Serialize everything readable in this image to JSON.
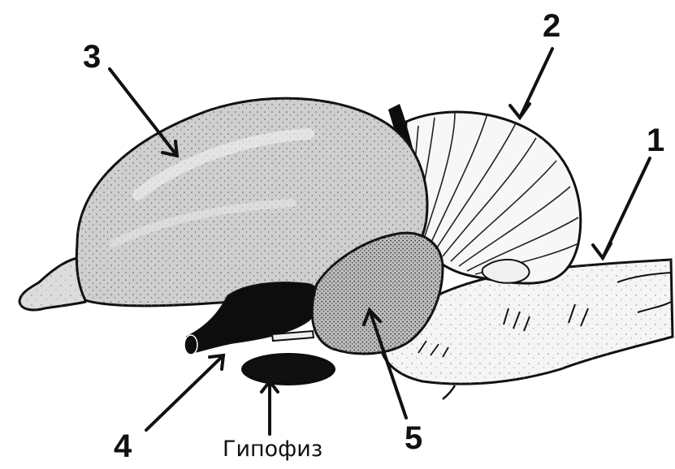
{
  "labels": {
    "n1": "1",
    "n2": "2",
    "n3": "3",
    "n4": "4",
    "n5": "5",
    "pituitary": "Гипофиз"
  },
  "colors": {
    "ink": "#111111",
    "cerebrum": "#cfcfcf",
    "optic_lobe": "#bdbdbd",
    "stem": "#f3f3f3",
    "dark": "#0d0d0d"
  }
}
